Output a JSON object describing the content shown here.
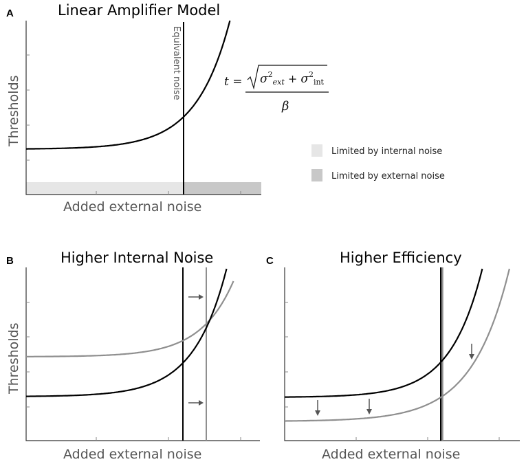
{
  "panels": [
    {
      "letter": "A",
      "title": "Linear Amplifier Model",
      "xlabel": "Added external noise",
      "ylabel": "Thresholds",
      "vline_label": "Equivalent noise"
    },
    {
      "letter": "B",
      "title": "Higher Internal Noise",
      "xlabel": "Added external noise",
      "ylabel": "Thresholds"
    },
    {
      "letter": "C",
      "title": "Higher Efficiency",
      "xlabel": "Added external noise",
      "ylabel": ""
    }
  ],
  "equation": {
    "lhs": "t =",
    "denominator": "β"
  },
  "legend": [
    {
      "label": "Limited by internal noise",
      "color": "#e6e6e6"
    },
    {
      "label": "Limited by external noise",
      "color": "#c8c8c8"
    }
  ],
  "colors": {
    "curve_primary": "#000000",
    "curve_secondary": "#8f8f8f",
    "arrow": "#555555"
  }
}
